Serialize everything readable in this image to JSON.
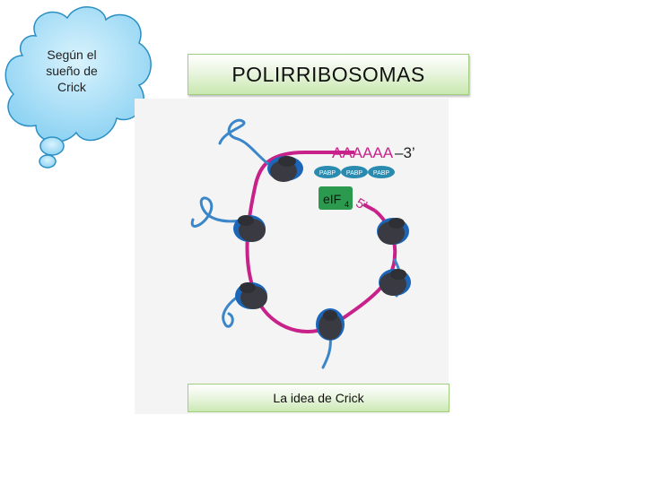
{
  "thought_bubble": {
    "lines": [
      "Según el",
      "sueño de",
      "Crick"
    ]
  },
  "title": "POLIRRIBOSOMAS",
  "diagram": {
    "poly_a": "AAAAAA",
    "three_prime": "–3’",
    "pabp_labels": [
      "PABP",
      "PABP",
      "PABP"
    ],
    "eif4_label": "eIF",
    "eif4_sub": "4",
    "five_prime": "5’"
  },
  "caption": "La idea de Crick",
  "colors": {
    "cloud_fill": "#9fdcf7",
    "cloud_stroke": "#2b8fc3",
    "mrna": "#c8218a",
    "ribosome": "#3a3a42",
    "ribosome_blue": "#1b66b8",
    "peptide": "#3a86c8",
    "eif4": "#2b9a4e",
    "pabp": "#2a8bb0",
    "title_green": "#c9e8b0"
  }
}
